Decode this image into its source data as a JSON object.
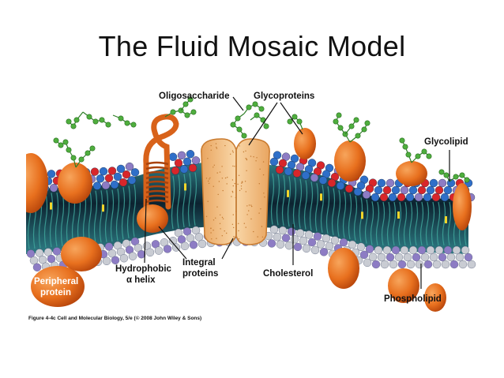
{
  "slide": {
    "title": "The Fluid Mosaic Model"
  },
  "figure": {
    "labels": {
      "oligosaccharide": "Oligosaccharide",
      "glycoproteins": "Glycoproteins",
      "glycolipid": "Glycolipid",
      "hydrophobic": "Hydrophobic",
      "alpha_helix": "α helix",
      "integral_1": "Integral",
      "integral_2": "proteins",
      "cholesterol": "Cholesterol",
      "phospholipid": "Phospholipid",
      "peripheral_1": "Peripheral",
      "peripheral_2": "protein"
    },
    "caption": "Figure 4-4c  Cell and Molecular Biology, 5/e (© 2008 John Wiley & Sons)",
    "colors": {
      "protein": "#e8701e",
      "protein_dark": "#b9470c",
      "channel": "#f5c48a",
      "head_blue": "#2f6fc8",
      "head_red": "#d8262a",
      "head_purple": "#8d7cc4",
      "head_gray": "#c9ccd3",
      "tail": "#3fa59a",
      "core": "#0f2a3a",
      "sugar": "#4fae3e",
      "cholesterol": "#f2d52a"
    }
  }
}
